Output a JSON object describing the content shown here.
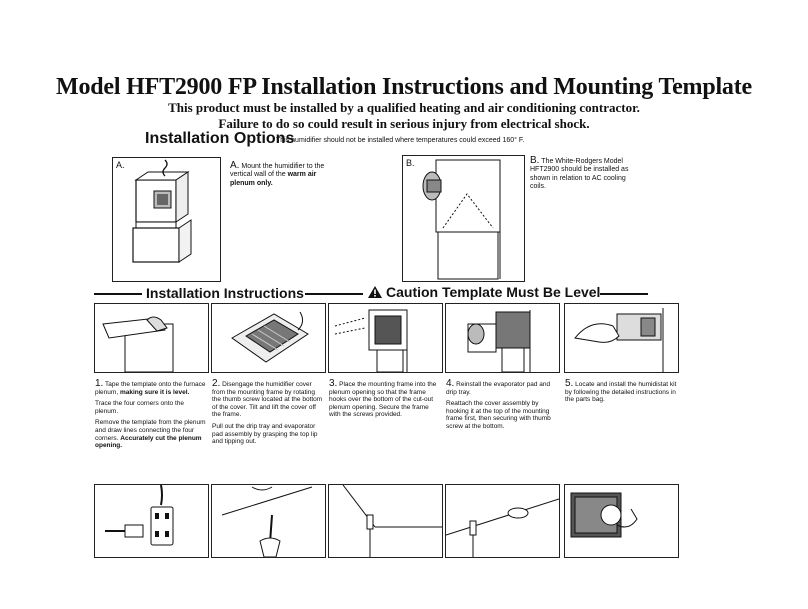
{
  "title": "Model HFT2900 FP Installation Instructions and Mounting Template",
  "warning_line1": "This product must be installed by a qualified heating and air conditioning contractor.",
  "warning_line2": "Failure to do so could result in serious injury from electrical shock.",
  "options": {
    "heading": "Installation Options",
    "note": "This humidifier should not be installed where temperatures could exceed 160° F.",
    "a": {
      "panel_label": "A.",
      "letter": "A.",
      "text_pre": "Mount the humidifier to the vertical wall of the ",
      "text_bold": "warm air plenum only."
    },
    "b": {
      "panel_label": "B.",
      "letter": "B.",
      "text": "The White-Rodgers Model HFT2900 should be installed as shown in relation to AC cooling coils."
    }
  },
  "instructions": {
    "heading": "Installation Instructions",
    "caution_icon": "warning-triangle-icon",
    "caution": "Caution Template Must Be Level",
    "steps": [
      {
        "number": "1.",
        "p1_pre": "Tape the template onto the furnace plenum, ",
        "p1_bold": "making sure it is level.",
        "p2": "Trace the four corners onto the plenum.",
        "p3_pre": "Remove the template from the plenum and draw lines connecting the four corners. ",
        "p3_bold": "Accurately cut the plenum opening."
      },
      {
        "number": "2.",
        "p1": "Disengage the humidifier cover from the mounting frame by rotating the thumb screw located at the bottom of the cover. Tilt and lift the cover off the frame.",
        "p2": "Pull out the drip tray and evaporator pad assembly by grasping the top lip and tipping out."
      },
      {
        "number": "3.",
        "p1": "Place the mounting frame into the plenum opening so that the frame hooks over the bottom of the cut-out plenum opening. Secure the frame with the screws provided."
      },
      {
        "number": "4.",
        "p1": "Reinstall the evaporator pad and drip tray.",
        "p2": "Reattach the cover assembly by hooking it at the top of the mounting frame first, then securing with thumb screw at the bottom."
      },
      {
        "number": "5.",
        "p1": "Locate and install the humidistat kit by following the detailed instructions in the parts bag."
      }
    ]
  }
}
